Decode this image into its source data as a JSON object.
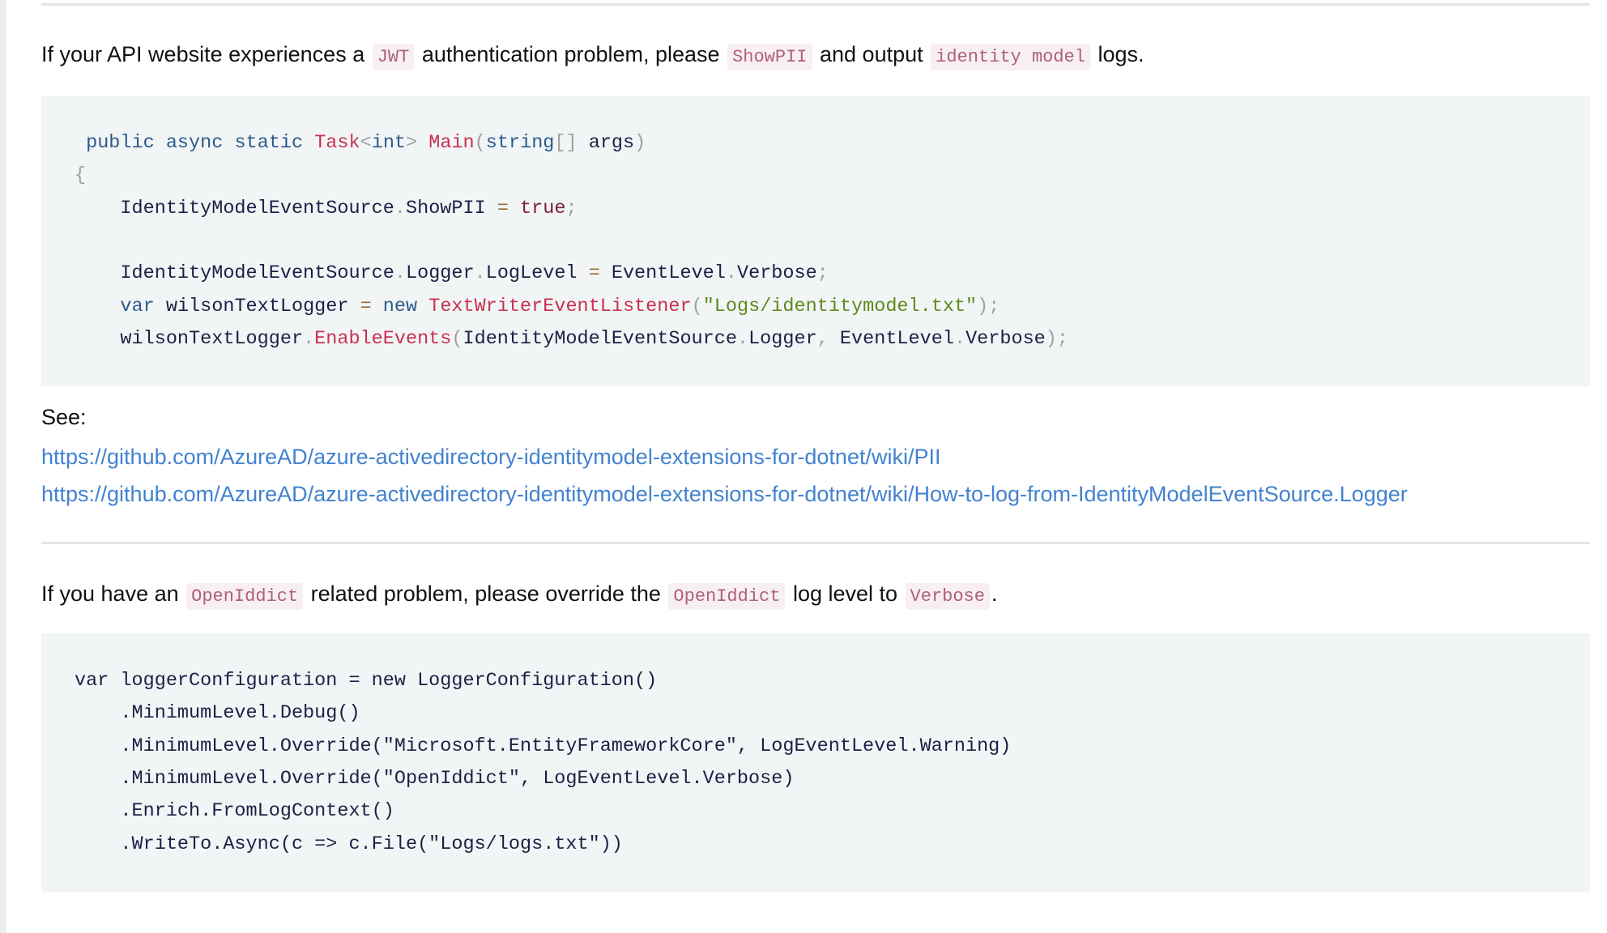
{
  "section1": {
    "intro": [
      {
        "t": "If your API website experiences a ",
        "code": false
      },
      {
        "t": "JWT",
        "code": true
      },
      {
        "t": " authentication problem, please ",
        "code": false
      },
      {
        "t": "ShowPII",
        "code": true
      },
      {
        "t": " and output ",
        "code": false
      },
      {
        "t": "identity model",
        "code": true
      },
      {
        "t": " logs.",
        "code": false
      }
    ],
    "code": [
      [
        [
          " public",
          "kw"
        ],
        [
          " ",
          "id"
        ],
        [
          "async",
          "kw"
        ],
        [
          " ",
          "id"
        ],
        [
          "static",
          "kw"
        ],
        [
          " ",
          "id"
        ],
        [
          "Task",
          "ty"
        ],
        [
          "<",
          "p"
        ],
        [
          "int",
          "kw"
        ],
        [
          "> ",
          "p"
        ],
        [
          "Main",
          "fn"
        ],
        [
          "(",
          "p"
        ],
        [
          "string",
          "kw"
        ],
        [
          "[]",
          "p"
        ],
        [
          " args",
          "id"
        ],
        [
          ")",
          "p"
        ]
      ],
      [
        [
          "{",
          "p"
        ]
      ],
      [
        [
          "    IdentityModelEventSource",
          "id"
        ],
        [
          ".",
          "p"
        ],
        [
          "ShowPII ",
          "id"
        ],
        [
          "=",
          "op"
        ],
        [
          " ",
          "id"
        ],
        [
          "true",
          "bool"
        ],
        [
          ";",
          "p"
        ]
      ],
      [],
      [
        [
          "    IdentityModelEventSource",
          "id"
        ],
        [
          ".",
          "p"
        ],
        [
          "Logger",
          "id"
        ],
        [
          ".",
          "p"
        ],
        [
          "LogLevel ",
          "id"
        ],
        [
          "=",
          "op"
        ],
        [
          " EventLevel",
          "id"
        ],
        [
          ".",
          "p"
        ],
        [
          "Verbose",
          "id"
        ],
        [
          ";",
          "p"
        ]
      ],
      [
        [
          "    ",
          "id"
        ],
        [
          "var",
          "kw"
        ],
        [
          " wilsonTextLogger ",
          "id"
        ],
        [
          "=",
          "op"
        ],
        [
          " ",
          "id"
        ],
        [
          "new",
          "kw"
        ],
        [
          " ",
          "id"
        ],
        [
          "TextWriterEventListener",
          "fn"
        ],
        [
          "(",
          "p"
        ],
        [
          "\"Logs/identitymodel.txt\"",
          "str"
        ],
        [
          ");",
          "p"
        ]
      ],
      [
        [
          "    wilsonTextLogger",
          "id"
        ],
        [
          ".",
          "p"
        ],
        [
          "EnableEvents",
          "fn"
        ],
        [
          "(",
          "p"
        ],
        [
          "IdentityModelEventSource",
          "id"
        ],
        [
          ".",
          "p"
        ],
        [
          "Logger",
          "id"
        ],
        [
          ", ",
          "p"
        ],
        [
          "EventLevel",
          "id"
        ],
        [
          ".",
          "p"
        ],
        [
          "Verbose",
          "id"
        ],
        [
          ");",
          "p"
        ]
      ]
    ],
    "see_label": "See:",
    "links": [
      "https://github.com/AzureAD/azure-activedirectory-identitymodel-extensions-for-dotnet/wiki/PII",
      "https://github.com/AzureAD/azure-activedirectory-identitymodel-extensions-for-dotnet/wiki/How-to-log-from-IdentityModelEventSource.Logger"
    ]
  },
  "section2": {
    "intro": [
      {
        "t": "If you have an ",
        "code": false
      },
      {
        "t": "OpenIddict",
        "code": true
      },
      {
        "t": " related problem, please override the ",
        "code": false
      },
      {
        "t": "OpenIddict",
        "code": true
      },
      {
        "t": " log level to ",
        "code": false
      },
      {
        "t": "Verbose",
        "code": true
      },
      {
        "t": ".",
        "code": false
      }
    ],
    "code": [
      "var loggerConfiguration = new LoggerConfiguration()",
      "    .MinimumLevel.Debug()",
      "    .MinimumLevel.Override(\"Microsoft.EntityFrameworkCore\", LogEventLevel.Warning)",
      "    .MinimumLevel.Override(\"OpenIddict\", LogEventLevel.Verbose)",
      "    .Enrich.FromLogContext()",
      "    .WriteTo.Async(c => c.File(\"Logs/logs.txt\"))"
    ]
  }
}
